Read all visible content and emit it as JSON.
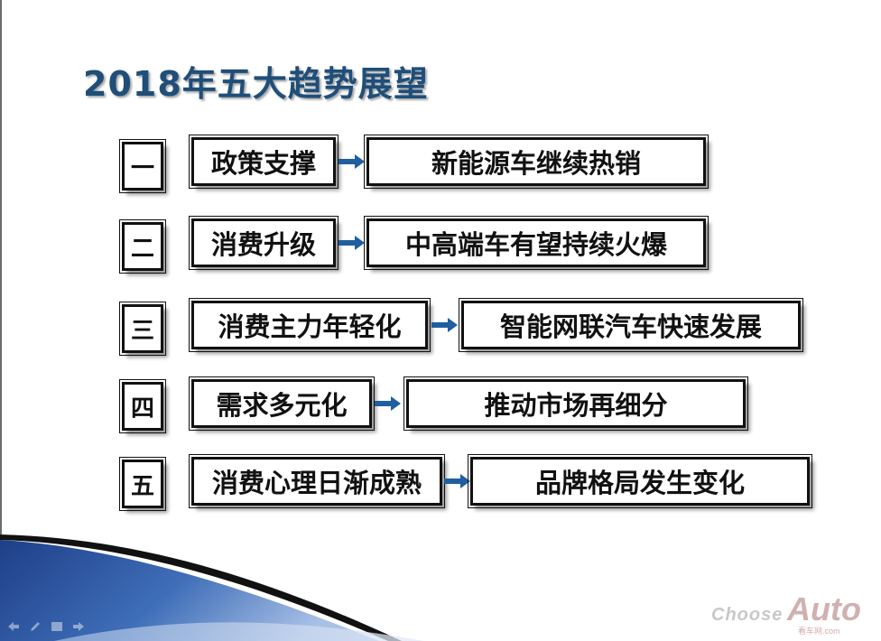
{
  "title": "2018年五大趋势展望",
  "rows": [
    {
      "num": "一",
      "category": "政策支撑",
      "result": "新能源车继续热销"
    },
    {
      "num": "二",
      "category": "消费升级",
      "result": "中高端车有望持续火爆"
    },
    {
      "num": "三",
      "category": "消费主力年轻化",
      "result": "智能网联汽车快速发展"
    },
    {
      "num": "四",
      "category": "需求多元化",
      "result": "推动市场再细分"
    },
    {
      "num": "五",
      "category": "消费心理日渐成熟",
      "result": "品牌格局发生变化"
    }
  ],
  "logo": {
    "word1": "Choose",
    "word2": "Auto",
    "sub": "看车网.com"
  },
  "colors": {
    "title": "#1f4e79",
    "arrow": "#1f5f9f",
    "swoosh_dark": "#1e3f88",
    "swoosh_light": "#6f95cc"
  }
}
